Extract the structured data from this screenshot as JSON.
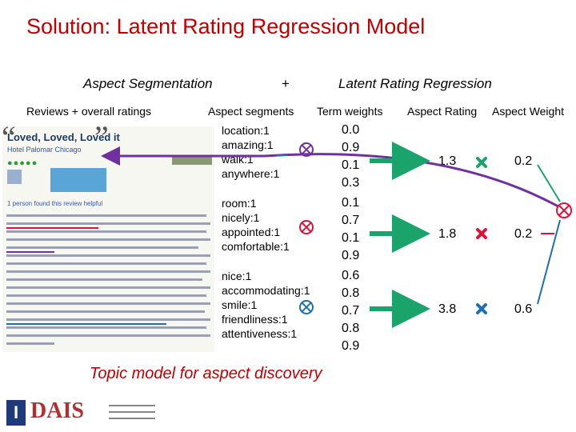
{
  "title": "Solution: Latent Rating Regression Model",
  "headers": {
    "left": "Aspect Segmentation",
    "plus": "+",
    "right": "Latent Rating Regression"
  },
  "columns": {
    "reviews": "Reviews + overall ratings",
    "segments": "Aspect segments",
    "weights": "Term weights",
    "rating": "Aspect Rating",
    "weight": "Aspect Weight"
  },
  "review_snippet": {
    "quote": "Loved, Loved, Loved it",
    "hotel": "Hotel Palomar Chicago",
    "footer": "1 person found this review helpful"
  },
  "groups": [
    {
      "terms": [
        "location:1",
        "amazing:1",
        "walk:1",
        "anywhere:1"
      ],
      "weights": [
        "0.0",
        "0.9",
        "0.1",
        "0.3"
      ],
      "aspect_rating": "1.3",
      "aspect_weight": "0.2"
    },
    {
      "terms": [
        "room:1",
        "nicely:1",
        "appointed:1",
        "comfortable:1"
      ],
      "weights": [
        "0.1",
        "0.7",
        "0.1",
        "0.9"
      ],
      "aspect_rating": "1.8",
      "aspect_weight": "0.2"
    },
    {
      "terms": [
        "nice:1",
        "accommodating:1",
        "smile:1",
        "friendliness:1",
        "attentiveness:1"
      ],
      "weights": [
        "0.6",
        "0.8",
        "0.7",
        "0.8",
        "0.9"
      ],
      "aspect_rating": "3.8",
      "aspect_weight": "0.6"
    }
  ],
  "topic_caption": "Topic model for aspect discovery",
  "logo_text": "DAIS",
  "colors": {
    "title": "#c00000",
    "arrow_green": "#1aa36a",
    "arrow_purple": "#7030a0",
    "rating_blue": "#1f6fb0",
    "times_red": "#e0123a"
  }
}
